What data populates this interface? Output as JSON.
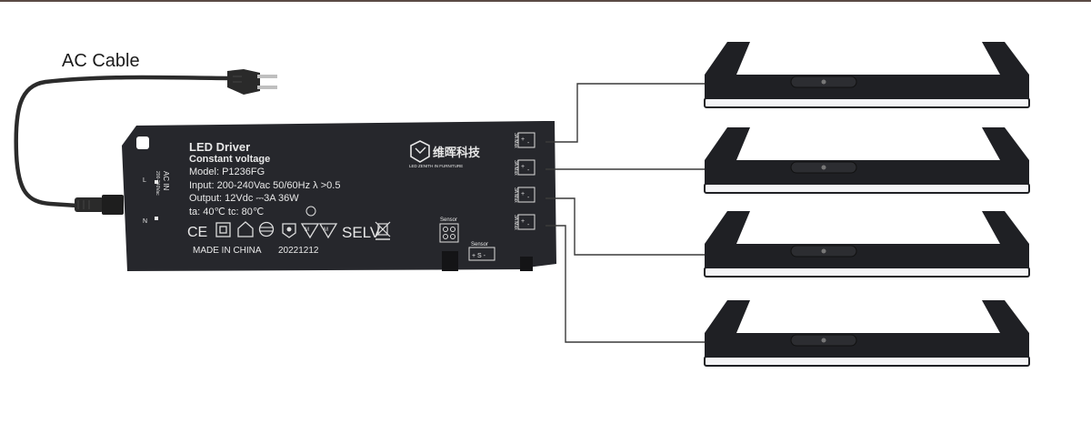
{
  "cable": {
    "label": "AC Cable"
  },
  "driver": {
    "title": "LED Driver",
    "subtitle": "Constant voltage",
    "model": "Model: P1236FG",
    "input": "Input: 200-240Vac   50/60Hz    λ >0.5",
    "output": "Output: 12Vdc ⎓3A   36W",
    "temp": "ta: 40℃   tc: 80℃",
    "cert_ce": "CE",
    "cert_selv": "SELV",
    "made_in": "MADE IN CHINA",
    "date": "20221212",
    "brand": "维晖科技",
    "brand_tagline": "LED ZENITH IN FURNITURE",
    "ac_in": "AC   IN",
    "ac_volt": "200-240Vac",
    "ac_l": "L",
    "ac_n": "N",
    "sensor_left": "Sensor",
    "sensor_right": "Sensor",
    "sensor_right_pins": "+ S -",
    "port_label": "3A Max",
    "port_pins": "+ -"
  },
  "lights": {
    "count": 4
  },
  "colors": {
    "driver": "#25262b",
    "light_body": "#1f2024",
    "diffuser": "#f4f4f6",
    "wire": "#3a3a3a"
  }
}
